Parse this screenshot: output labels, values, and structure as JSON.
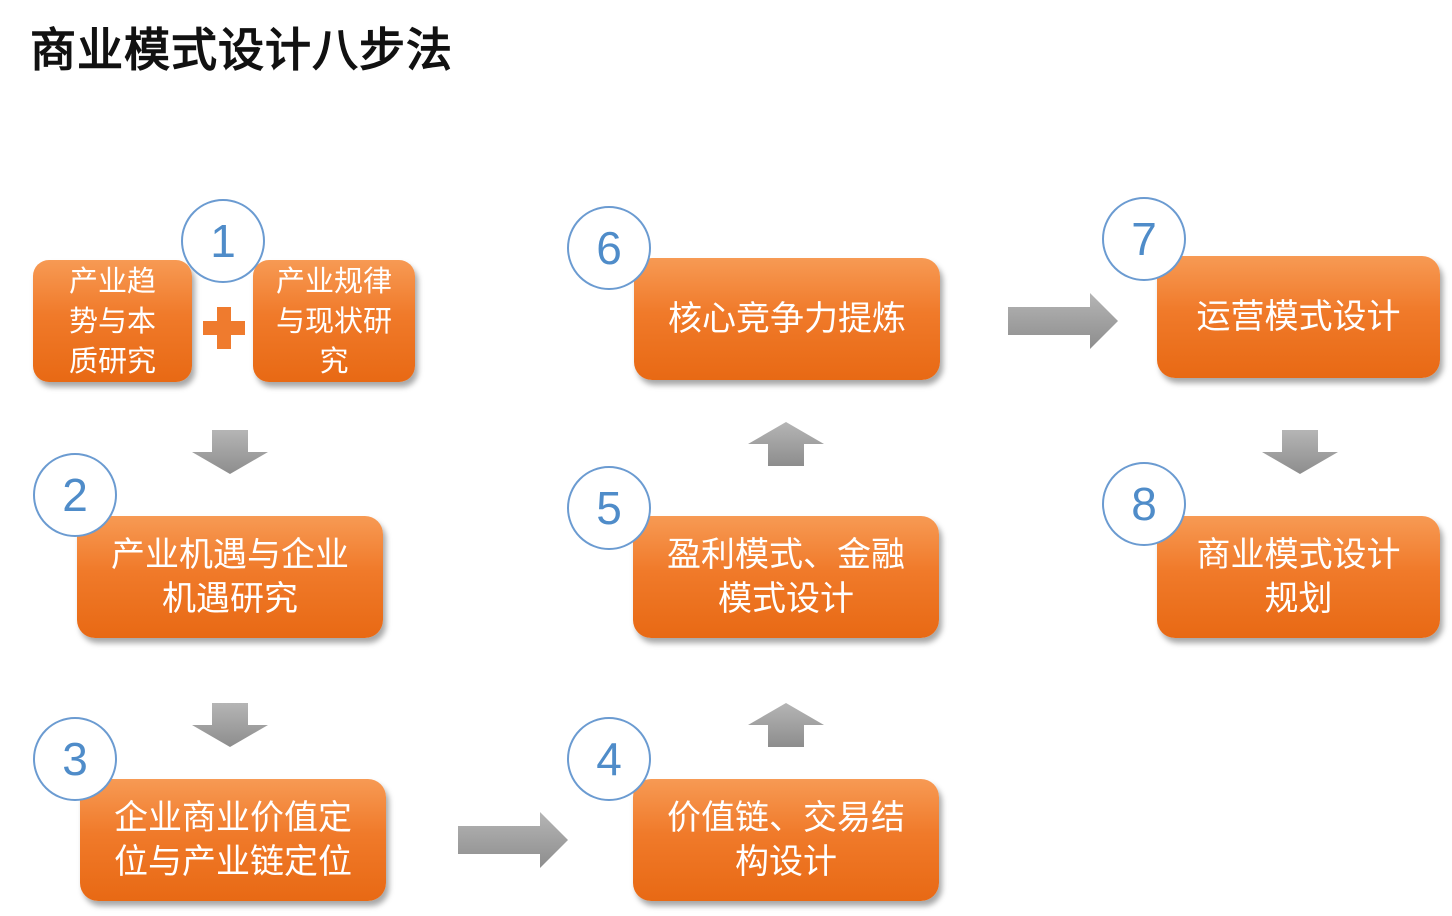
{
  "title": "商业模式设计八步法",
  "colors": {
    "box_fill": "#f07a2a",
    "box_text": "#ffffff",
    "circle_border": "#6b9bd1",
    "circle_text": "#4f8cc9",
    "arrow": "#9a9a9a",
    "plus": "#ef7b2e"
  },
  "steps": [
    {
      "number": "1",
      "boxes": [
        "产业趋\n势与本\n质研究",
        "产业规律\n与现状研\n究"
      ]
    },
    {
      "number": "2",
      "label": "产业机遇与企业\n机遇研究"
    },
    {
      "number": "3",
      "label": "企业商业价值定\n位与产业链定位"
    },
    {
      "number": "4",
      "label": "价值链、交易结\n构设计"
    },
    {
      "number": "5",
      "label": "盈利模式、金融\n模式设计"
    },
    {
      "number": "6",
      "label": "核心竞争力提炼"
    },
    {
      "number": "7",
      "label": "运营模式设计"
    },
    {
      "number": "8",
      "label": "商业模式设计\n规划"
    }
  ],
  "icons": {
    "plus": "plus-icon",
    "arrow_down": "arrow-down-icon",
    "arrow_up": "arrow-up-icon",
    "arrow_right": "arrow-right-icon"
  }
}
